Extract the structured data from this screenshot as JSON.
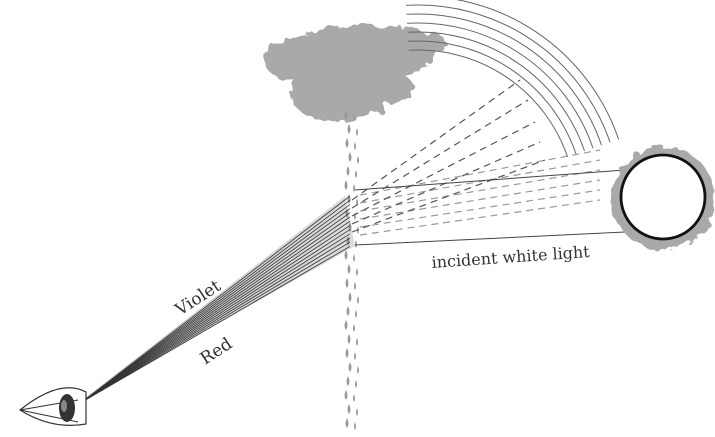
{
  "labels": {
    "violet": "Violet",
    "red": "Red",
    "incident": "incident white light"
  },
  "colors": {
    "line": "#444444",
    "cloud": "#a9a9a9",
    "drops": "#9a9a9a",
    "sun_outline": "#111111",
    "text": "#333333"
  },
  "icons": {
    "eye": "eye-icon",
    "sun": "sun-icon",
    "cloud": "cloud-icon"
  }
}
